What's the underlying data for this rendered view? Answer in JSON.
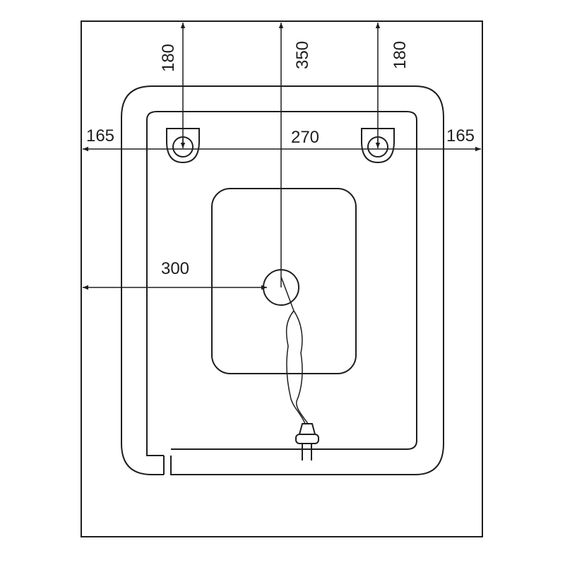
{
  "dimensions": {
    "left_hole_height": "180",
    "center_outlet_height": "350",
    "right_hole_height": "180",
    "left_margin": "165",
    "hole_spacing": "270",
    "right_margin": "165",
    "outlet_offset": "300"
  },
  "colors": {
    "line": "#1e1e1e",
    "background": "#ffffff"
  }
}
